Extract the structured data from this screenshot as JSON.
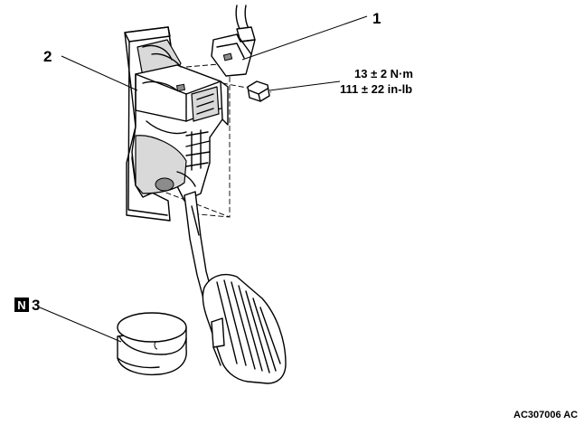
{
  "callouts": {
    "item1": "1",
    "item2": "2",
    "item3": "3",
    "badge_letter": "N"
  },
  "torque": {
    "metric": "13 ± 2 N·m",
    "imperial": "111 ± 22 in-lb"
  },
  "figure_code": "AC307006 AC"
}
